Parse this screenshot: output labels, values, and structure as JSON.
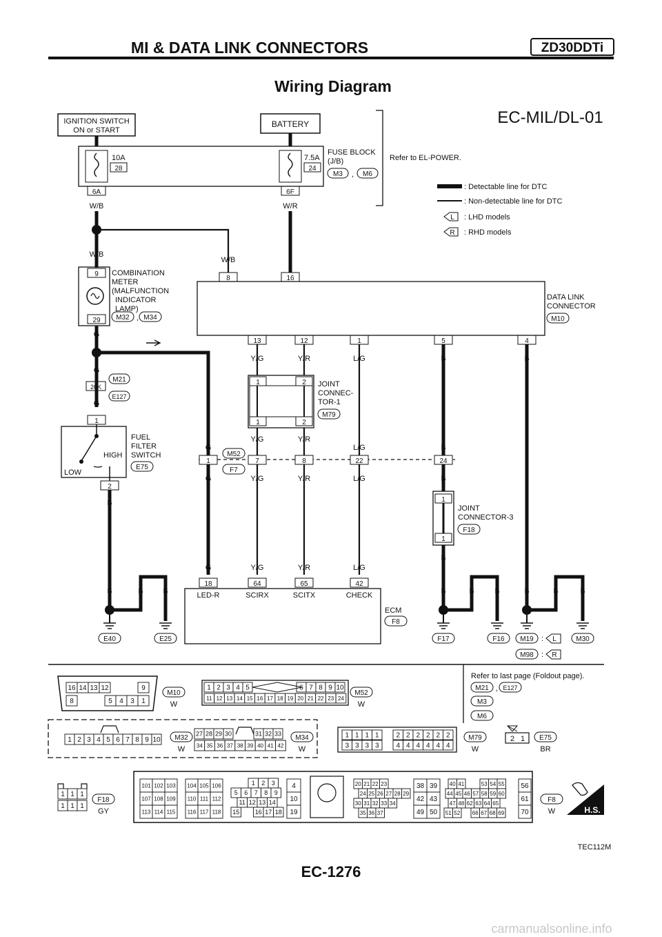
{
  "header": {
    "section_title": "MI & DATA LINK CONNECTORS",
    "engine_badge": "ZD30DDTi",
    "diagram_title": "Wiring Diagram",
    "diagram_code": "EC-MIL/DL-01"
  },
  "power": {
    "ignition_switch": [
      "IGNITION SWITCH",
      "ON or START"
    ],
    "battery": "BATTERY",
    "fuse1_rating": "10A",
    "fuse1_no": "28",
    "fuse2_rating": "7.5A",
    "fuse2_no": "24",
    "fuse_block": [
      "FUSE BLOCK",
      "(J/B)"
    ],
    "fuse_conn1": "M3",
    "fuse_conn2": "M6",
    "comma": ",",
    "refer_power": "Refer to EL-POWER.",
    "term_6a": "6A",
    "term_6f": "6F"
  },
  "legend": {
    "detectable": ": Detectable line for DTC",
    "non_detectable": ": Non-detectable line for DTC",
    "l_sym": "L",
    "l_text": ": LHD models",
    "r_sym": "R",
    "r_text": ": RHD models"
  },
  "wires": {
    "wb": "W/B",
    "wr": "W/R",
    "g": "G",
    "yg": "Y/G",
    "yr": "Y/R",
    "lg": "L/G",
    "b": "B"
  },
  "combination_meter": {
    "pin_top": "9",
    "pin_bottom": "29",
    "label": [
      "COMBINATION",
      "METER",
      "(MALFUNCTION",
      "INDICATOR",
      "LAMP)"
    ],
    "conn1": "M32",
    "conn2": "M34"
  },
  "data_link": {
    "label": [
      "DATA LINK",
      "CONNECTOR"
    ],
    "conn": "M10",
    "pins_top": [
      "8",
      "16"
    ],
    "pins_bottom": [
      "13",
      "12",
      "1",
      "5",
      "4"
    ]
  },
  "joint1": {
    "label": [
      "JOINT",
      "CONNEC-",
      "TOR-1"
    ],
    "conn": "M79",
    "pins": [
      "1",
      "2",
      "1",
      "2"
    ]
  },
  "joint3": {
    "label": [
      "JOINT",
      "CONNECTOR-3"
    ],
    "conn": "F18",
    "pins": [
      "1",
      "1"
    ]
  },
  "harness": {
    "conn_top": "M52",
    "conn_bottom": "F7",
    "pins": [
      "1",
      "7",
      "8",
      "22",
      "24"
    ]
  },
  "junction_20k": {
    "pin": "20K",
    "conn1": "M21",
    "conn2": "E127"
  },
  "fuel_filter": {
    "label": [
      "FUEL",
      "FILTER",
      "SWITCH"
    ],
    "conn": "E75",
    "high": "HIGH",
    "low": "LOW",
    "pin_top": "1",
    "pin_bottom": "2"
  },
  "ecm": {
    "label": "ECM",
    "conn": "F8",
    "pins": [
      "18",
      "64",
      "65",
      "42"
    ],
    "terms": [
      "LED-R",
      "SCIRX",
      "SCITX",
      "CHECK"
    ]
  },
  "grounds": {
    "e40": "E40",
    "e25": "E25",
    "f17": "F17",
    "f16": "F16",
    "m19": "M19",
    "m30": "M30",
    "m98": "M98",
    "colon": ":"
  },
  "connectors": {
    "refer_last": "Refer to last page (Foldout page).",
    "list": [
      "M21",
      "E127",
      "M3",
      "M6"
    ],
    "m10": {
      "name": "M10",
      "color": "W",
      "row1": [
        "16",
        "14",
        "13",
        "12",
        "9"
      ],
      "row2": [
        "8",
        "5",
        "4",
        "3",
        "1"
      ]
    },
    "m52": {
      "name": "M52",
      "color": "W",
      "row1": [
        "1",
        "2",
        "3",
        "4",
        "5",
        "6",
        "7",
        "8",
        "9",
        "10"
      ],
      "row2": [
        "11",
        "12",
        "13",
        "14",
        "15",
        "16",
        "17",
        "18",
        "19",
        "20",
        "21",
        "22",
        "23",
        "24"
      ]
    },
    "m32": {
      "name": "M32",
      "color": "W",
      "row1": [
        "1",
        "2",
        "3",
        "4",
        "5",
        "6",
        "7",
        "8",
        "9",
        "10"
      ]
    },
    "m34": {
      "name": "M34",
      "color": "W",
      "row1": [
        "27",
        "28",
        "29",
        "30",
        "31",
        "32",
        "33"
      ],
      "row2": [
        "34",
        "35",
        "36",
        "37",
        "38",
        "39",
        "40",
        "41",
        "42"
      ]
    },
    "m79": {
      "name": "M79",
      "color": "W",
      "row1": [
        "1",
        "1",
        "1",
        "1",
        "2",
        "2",
        "2",
        "2",
        "2",
        "2"
      ],
      "row2": [
        "3",
        "3",
        "3",
        "3",
        "4",
        "4",
        "4",
        "4",
        "4",
        "4"
      ]
    },
    "e75": {
      "name": "E75",
      "color": "BR",
      "pins": [
        "2",
        "1"
      ]
    },
    "f18": {
      "name": "F18",
      "color": "GY",
      "row1": [
        "1",
        "1",
        "1"
      ],
      "row2": [
        "1",
        "1",
        "1"
      ]
    },
    "f8": {
      "name": "F8",
      "color": "W",
      "g1": [
        "101",
        "102",
        "103",
        "107",
        "108",
        "109",
        "113",
        "114",
        "115"
      ],
      "g2": [
        "104",
        "105",
        "106",
        "110",
        "111",
        "112",
        "116",
        "117",
        "118"
      ],
      "g3": [
        "1",
        "2",
        "3",
        "5",
        "6",
        "7",
        "8",
        "9",
        "11",
        "12",
        "13",
        "14",
        "15",
        "16",
        "17",
        "18"
      ],
      "g4": [
        "4",
        "10",
        "19"
      ],
      "g5": [
        "20",
        "21",
        "22",
        "23",
        "24",
        "25",
        "26",
        "27",
        "28",
        "29",
        "30",
        "31",
        "32",
        "33",
        "34",
        "35",
        "36",
        "37"
      ],
      "g6": [
        "38",
        "39",
        "42",
        "43",
        "49",
        "50"
      ],
      "g7": [
        "40",
        "41",
        "53",
        "54",
        "55",
        "44",
        "45",
        "46",
        "57",
        "58",
        "59",
        "60",
        "47",
        "48",
        "62",
        "63",
        "64",
        "65",
        "51",
        "52",
        "66",
        "67",
        "68",
        "69"
      ],
      "g8": [
        "56",
        "61",
        "70"
      ]
    },
    "hs": "H.S."
  },
  "footer": {
    "code": "TEC112M",
    "page": "EC-1276",
    "watermark": "carmanualsonline.info"
  }
}
